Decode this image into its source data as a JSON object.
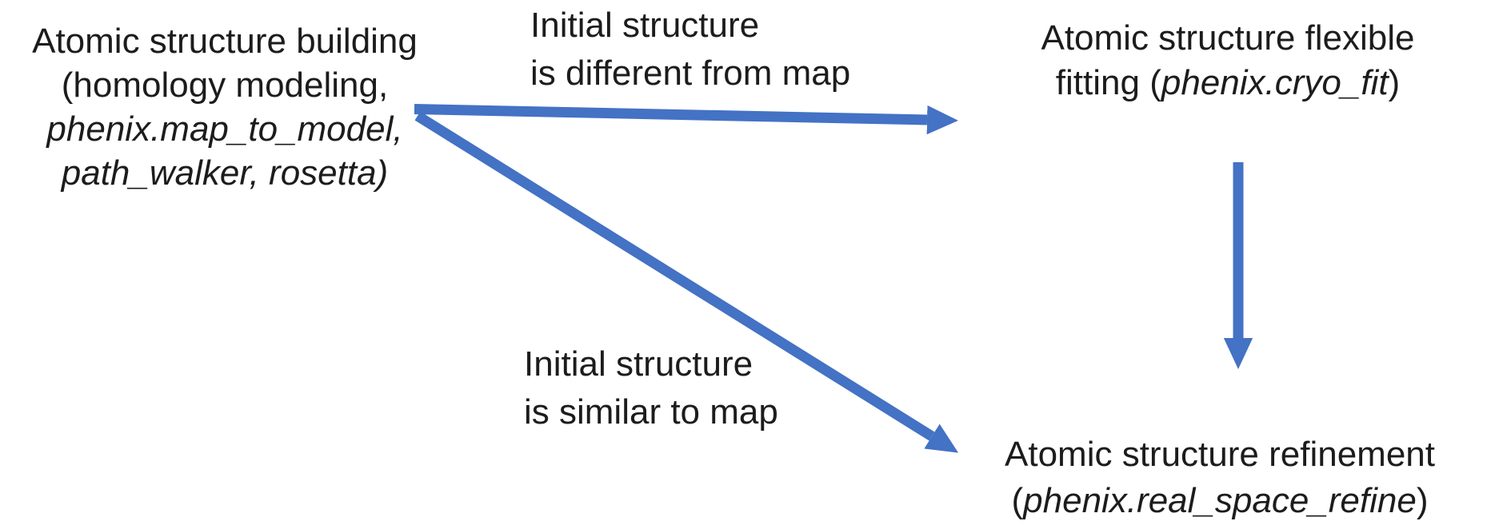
{
  "theme": {
    "background": "#ffffff",
    "text_color": "#1c1c1c",
    "arrow_color": "#4472C4"
  },
  "nodes": {
    "building": {
      "line1": "Atomic structure building",
      "line2": "(homology modeling,",
      "line3": "phenix.map_to_model,",
      "line4": "path_walker, rosetta)"
    },
    "fitting": {
      "line1": "Atomic structure flexible",
      "line2_prefix": "fitting (",
      "line2_code": "phenix.cryo_fit",
      "line2_suffix": ")"
    },
    "refinement": {
      "line1": "Atomic structure refinement",
      "line2_prefix": "(",
      "line2_code": "phenix.real_space_refine",
      "line2_suffix": ")"
    }
  },
  "labels": {
    "different": {
      "line1": "Initial structure",
      "line2": "is different from map"
    },
    "similar": {
      "line1": "Initial structure",
      "line2": "is similar to map"
    }
  },
  "arrows": {
    "building_to_fitting": "arrow from atomic structure building to flexible fitting (initial structure different from map)",
    "building_to_refinement": "arrow from atomic structure building to refinement (initial structure similar to map)",
    "fitting_to_refinement": "arrow from flexible fitting down to refinement"
  }
}
